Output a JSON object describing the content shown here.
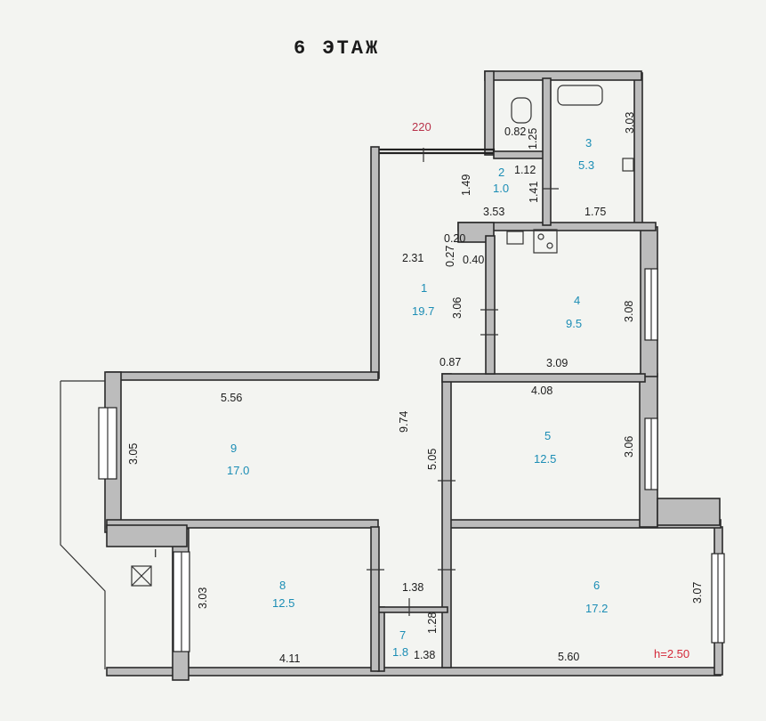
{
  "title": "6 ЭТАЖ",
  "apartment_mark": "220",
  "ceiling_height": "h=2.50",
  "vent_mark": "I",
  "rooms": [
    {
      "number": "1",
      "area": "19.7"
    },
    {
      "number": "2",
      "area": "1.0"
    },
    {
      "number": "3",
      "area": "5.3"
    },
    {
      "number": "4",
      "area": "9.5"
    },
    {
      "number": "5",
      "area": "12.5"
    },
    {
      "number": "6",
      "area": "17.2"
    },
    {
      "number": "7",
      "area": "1.8"
    },
    {
      "number": "8",
      "area": "12.5"
    },
    {
      "number": "9",
      "area": "17.0"
    }
  ],
  "dimensions": {
    "d_0_82": "0.82",
    "d_1_25": "1.25",
    "d_1_12": "1.12",
    "d_3_03_bath": "3.03",
    "d_1_49": "1.49",
    "d_1_41": "1.41",
    "d_3_53": "3.53",
    "d_1_75": "1.75",
    "d_0_20": "0.20",
    "d_0_27": "0.27",
    "d_0_40": "0.40",
    "d_2_31": "2.31",
    "d_3_06_hall": "3.06",
    "d_3_08": "3.08",
    "d_0_87": "0.87",
    "d_3_09": "3.09",
    "d_5_56": "5.56",
    "d_9_74": "9.74",
    "d_4_08": "4.08",
    "d_3_05": "3.05",
    "d_5_05": "5.05",
    "d_3_06_r5": "3.06",
    "d_3_03_r8": "3.03",
    "d_1_38_top": "1.38",
    "d_1_28": "1.28",
    "d_1_38_bottom": "1.38",
    "d_3_07": "3.07",
    "d_4_11": "4.11",
    "d_5_60": "5.60"
  }
}
